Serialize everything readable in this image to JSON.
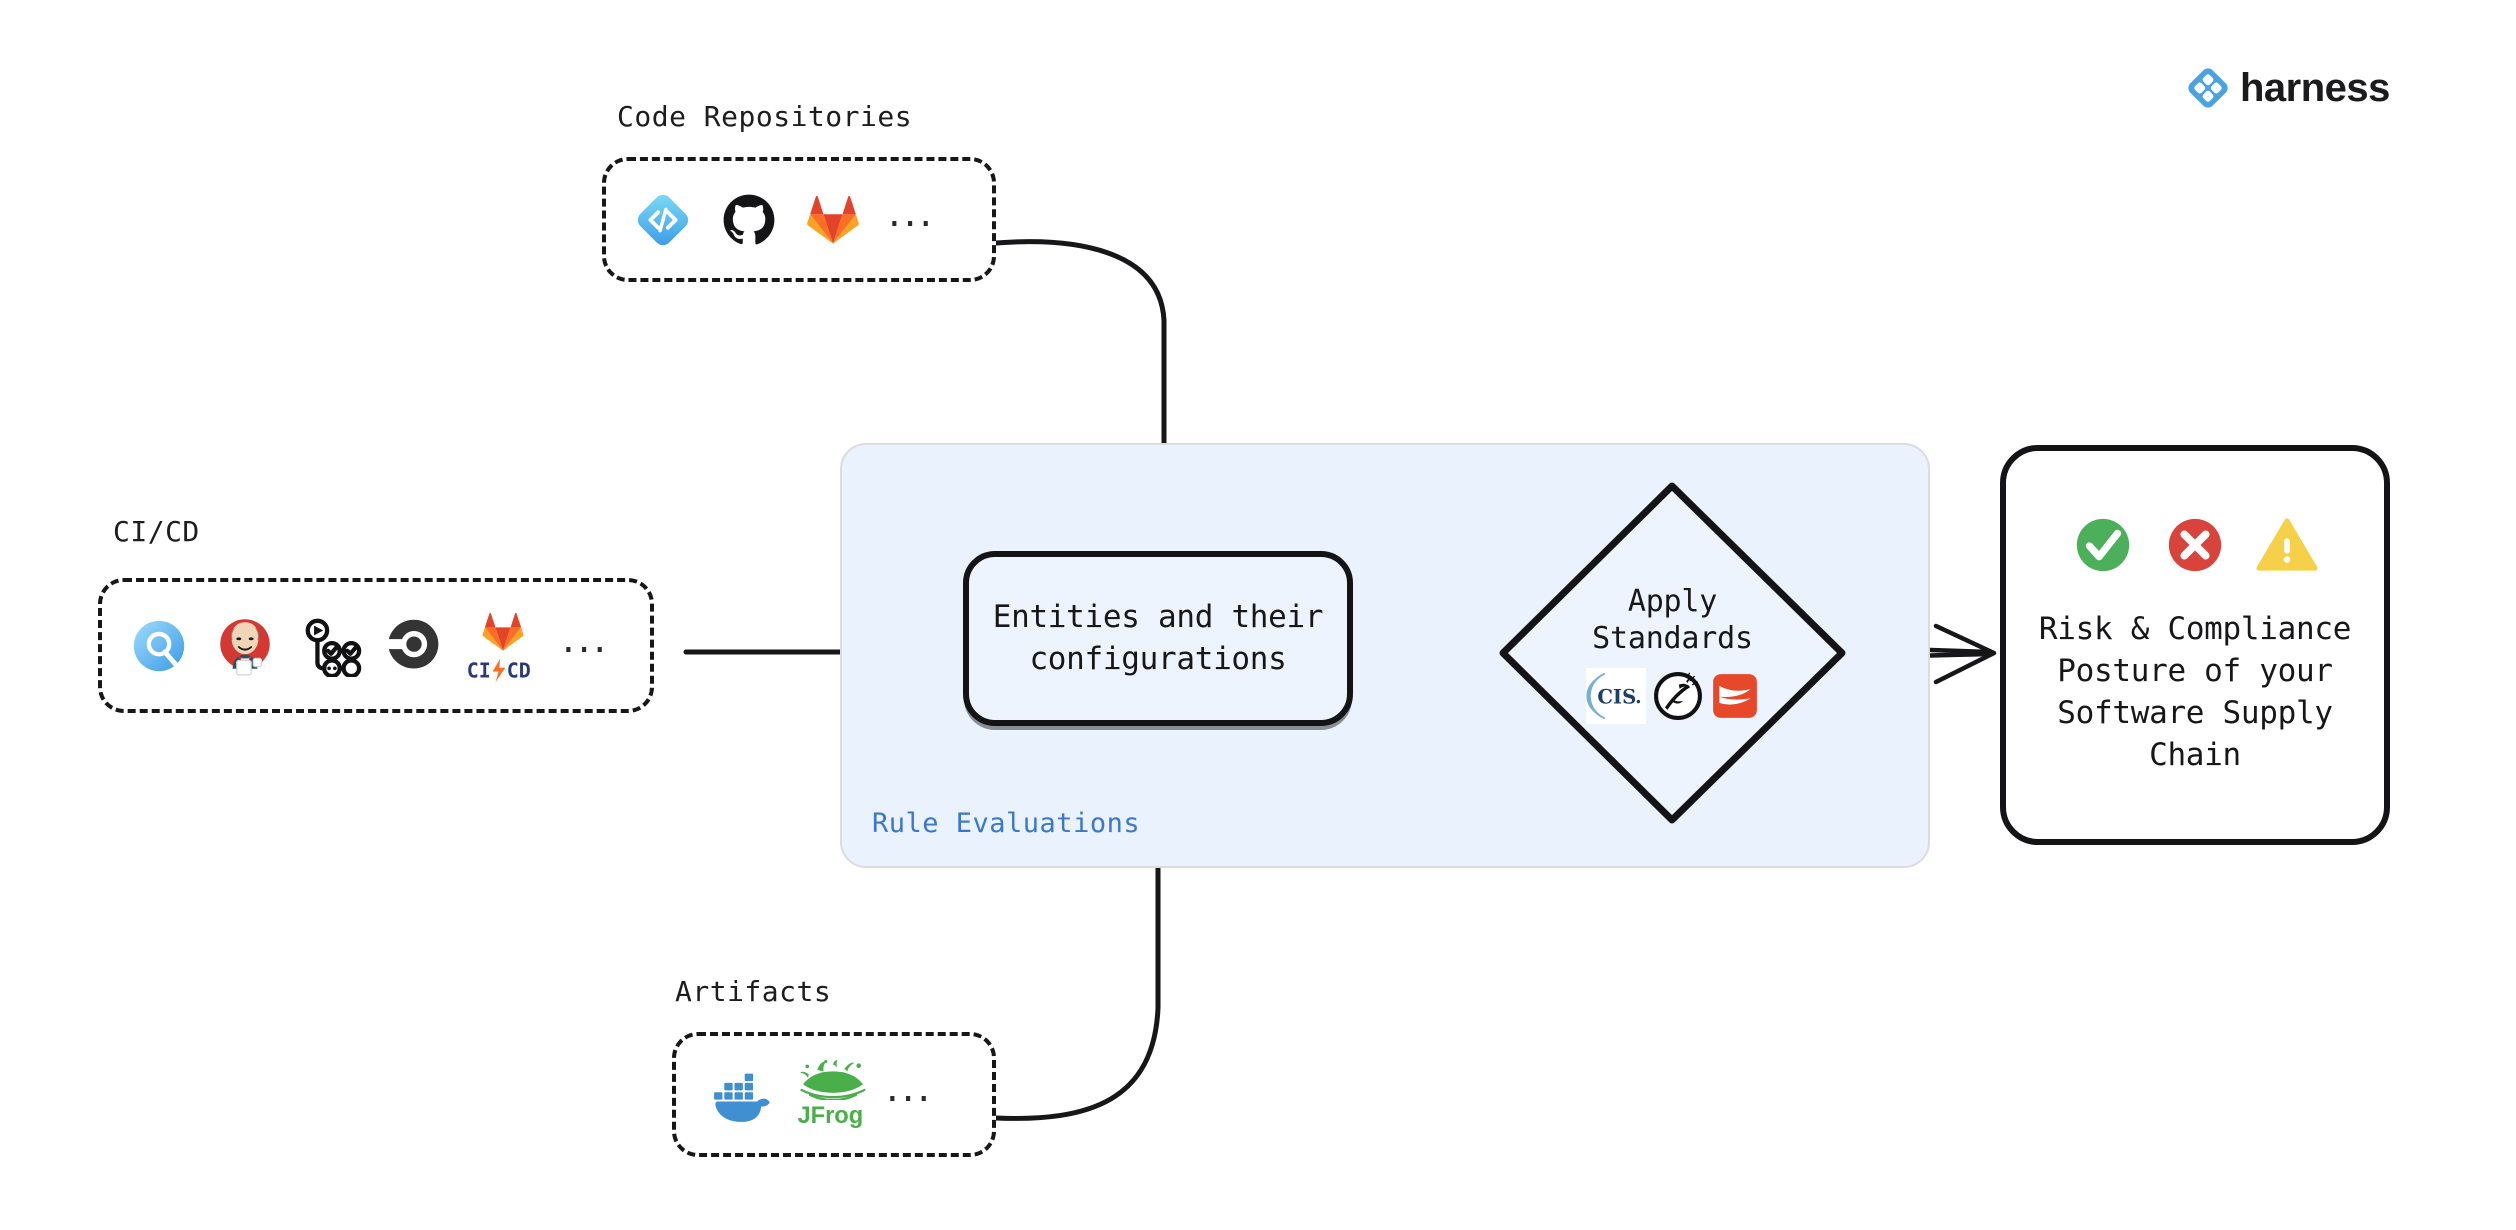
{
  "brand": {
    "name": "harness",
    "mark_color": "#4aa3e0",
    "word_color": "#1b1b1d"
  },
  "groups": [
    {
      "id": "code-repositories",
      "caption": "Code Repositories",
      "ellipsis": "...",
      "tools": [
        {
          "name": "harness-code-icon",
          "label": "Harness Code Repository"
        },
        {
          "name": "github-icon",
          "label": "GitHub"
        },
        {
          "name": "gitlab-icon",
          "label": "GitLab"
        }
      ]
    },
    {
      "id": "ci-cd",
      "caption": "CI/CD",
      "ellipsis": "...",
      "tools": [
        {
          "name": "harness-icon",
          "label": "Harness"
        },
        {
          "name": "jenkins-icon",
          "label": "Jenkins"
        },
        {
          "name": "github-actions-icon",
          "label": "GitHub Actions"
        },
        {
          "name": "circleci-icon",
          "label": "CircleCI"
        },
        {
          "name": "gitlab-cicd-icon",
          "label": "GitLab CI/CD",
          "text": "CI/CD"
        }
      ]
    },
    {
      "id": "artifacts",
      "caption": "Artifacts",
      "ellipsis": "...",
      "tools": [
        {
          "name": "docker-icon",
          "label": "Docker"
        },
        {
          "name": "jfrog-icon",
          "label": "JFrog",
          "text": "JFrog"
        }
      ]
    }
  ],
  "panel": {
    "label": "Rule Evaluations",
    "label_color": "#3b77cc",
    "background": "#eaf2fd"
  },
  "entities": {
    "text": "Entities and their\nconfigurations"
  },
  "standards": {
    "title": "Apply\nStandards",
    "logos": [
      {
        "name": "cis-logo",
        "label": "CIS",
        "text": "CIS."
      },
      {
        "name": "owasp-logo",
        "label": "OWASP"
      },
      {
        "name": "slsa-logo",
        "label": "SLSA"
      }
    ]
  },
  "outcome": {
    "text": "Risk & Compliance\nPosture of your\nSoftware Supply\nChain",
    "statuses": [
      {
        "name": "success-check-icon",
        "label": "Pass",
        "color": "#4caf5a"
      },
      {
        "name": "error-cross-icon",
        "label": "Fail",
        "color": "#d8443c"
      },
      {
        "name": "warning-triangle-icon",
        "label": "Warning",
        "color": "#f7d04a"
      }
    ]
  }
}
